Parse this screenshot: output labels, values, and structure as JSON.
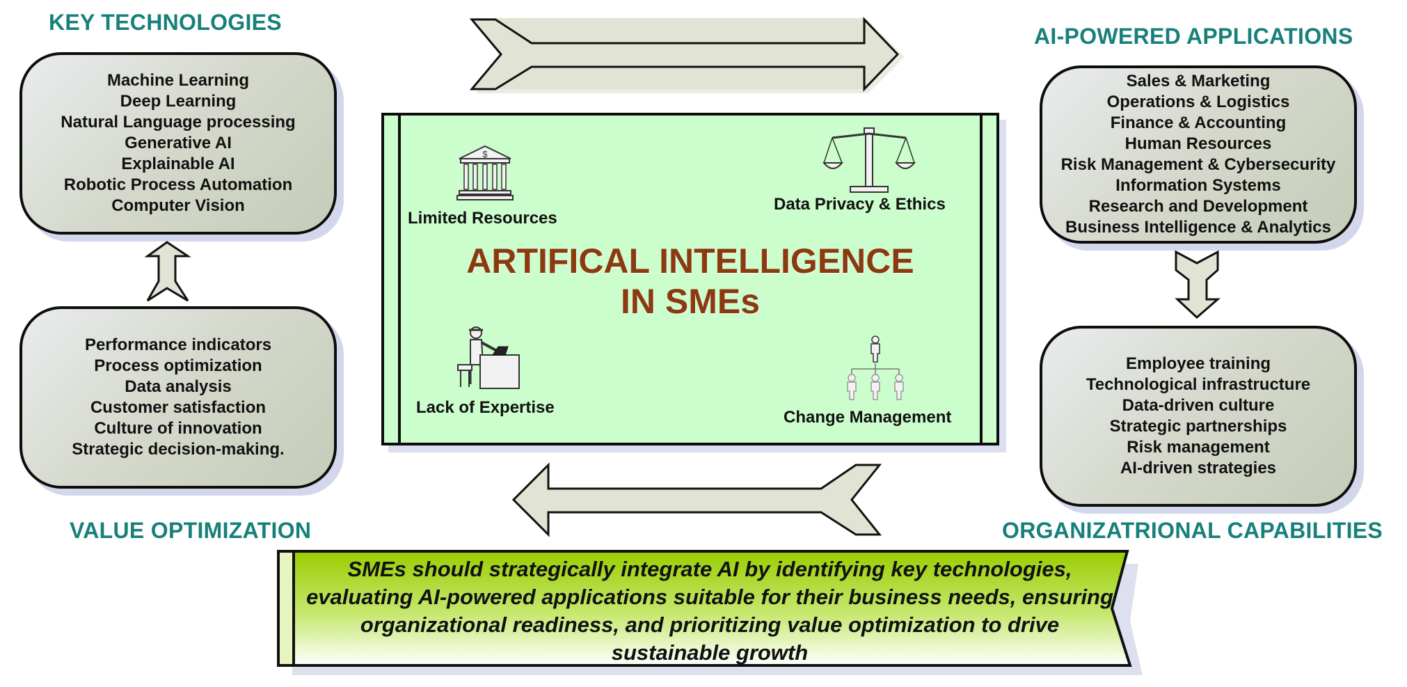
{
  "headings": {
    "key_technologies": "KEY TECHNOLOGIES",
    "ai_powered_applications": "AI-POWERED APPLICATIONS",
    "value_optimization": "VALUE OPTIMIZATION",
    "organizational_capabilities": "ORGANIZATRIONAL CAPABILITIES"
  },
  "key_technologies": {
    "items": [
      "Machine Learning",
      "Deep Learning",
      "Natural Language processing",
      "Generative AI",
      "Explainable AI",
      "Robotic Process Automation",
      "Computer Vision"
    ]
  },
  "value_optimization": {
    "items": [
      "Performance indicators",
      "Process optimization",
      "Data analysis",
      "Customer satisfaction",
      "Culture of innovation",
      "Strategic decision-making."
    ]
  },
  "ai_powered_applications": {
    "items": [
      "Sales & Marketing",
      "Operations & Logistics",
      "Finance & Accounting",
      "Human Resources",
      "Risk Management & Cybersecurity",
      "Information Systems",
      "Research and Development",
      "Business Intelligence & Analytics"
    ]
  },
  "organizational_capabilities": {
    "items": [
      "Employee training",
      "Technological infrastructure",
      "Data-driven culture",
      "Strategic partnerships",
      "Risk management",
      "AI-driven strategies"
    ]
  },
  "center": {
    "title_line1": "ARTIFICAL INTELLIGENCE",
    "title_line2": "IN SMEs",
    "challenges": {
      "limited_resources": "Limited Resources",
      "data_privacy": "Data Privacy & Ethics",
      "lack_expertise": "Lack of Expertise",
      "change_management": "Change Management"
    }
  },
  "bank_symbol": "$",
  "banner": {
    "text": "SMEs should strategically integrate AI by identifying key technologies, evaluating AI-powered applications suitable for their business needs, ensuring organizational readiness, and prioritizing value optimization to drive sustainable growth"
  },
  "icons": [
    "bank-icon",
    "scales-icon",
    "worker-at-desk-icon",
    "org-chart-icon",
    "up-down-arrow-icon",
    "down-arrow-icon",
    "right-arrow-icon",
    "left-arrow-icon"
  ],
  "colors": {
    "heading": "#17807a",
    "center_title": "#8b3a10",
    "center_fill": "#ccfdcc",
    "banner_green": "#9acd00",
    "arrow_fill": "#e1e4d4"
  }
}
